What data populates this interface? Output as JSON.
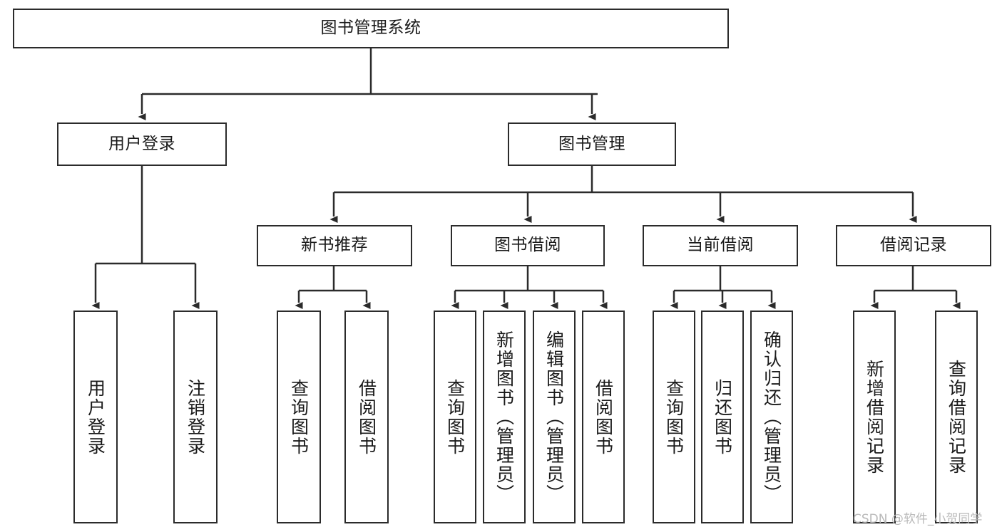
{
  "diagram": {
    "type": "hierarchy-tree",
    "title": "图书管理系统",
    "levels": {
      "level1": [
        {
          "id": "root",
          "label": "图书管理系统",
          "orientation": "horizontal"
        }
      ],
      "level2": [
        {
          "id": "user-login",
          "label": "用户登录",
          "orientation": "horizontal"
        },
        {
          "id": "book-management",
          "label": "图书管理",
          "orientation": "horizontal"
        }
      ],
      "level3": [
        {
          "id": "new-book-recommend",
          "label": "新书推荐",
          "orientation": "horizontal"
        },
        {
          "id": "book-borrow",
          "label": "图书借阅",
          "orientation": "horizontal"
        },
        {
          "id": "current-borrow",
          "label": "当前借阅",
          "orientation": "horizontal"
        },
        {
          "id": "borrow-record",
          "label": "借阅记录",
          "orientation": "horizontal"
        }
      ],
      "level4": [
        {
          "id": "leaf-user-login",
          "label": "用户登录",
          "orientation": "vertical",
          "parent": "user-login"
        },
        {
          "id": "leaf-logout-login",
          "label": "注销登录",
          "orientation": "vertical",
          "parent": "user-login"
        },
        {
          "id": "leaf-query-book-1",
          "label": "查询图书",
          "orientation": "vertical",
          "parent": "new-book-recommend"
        },
        {
          "id": "leaf-borrow-book-1",
          "label": "借阅图书",
          "orientation": "vertical",
          "parent": "new-book-recommend"
        },
        {
          "id": "leaf-query-book-2",
          "label": "查询图书",
          "orientation": "vertical",
          "parent": "book-borrow"
        },
        {
          "id": "leaf-add-book",
          "label": "新增图书（管理员）",
          "orientation": "vertical",
          "parent": "book-borrow"
        },
        {
          "id": "leaf-edit-book",
          "label": "编辑图书（管理员）",
          "orientation": "vertical",
          "parent": "book-borrow"
        },
        {
          "id": "leaf-borrow-book-2",
          "label": "借阅图书",
          "orientation": "vertical",
          "parent": "book-borrow"
        },
        {
          "id": "leaf-query-book-3",
          "label": "查询图书",
          "orientation": "vertical",
          "parent": "current-borrow"
        },
        {
          "id": "leaf-return-book",
          "label": "归还图书",
          "orientation": "vertical",
          "parent": "current-borrow"
        },
        {
          "id": "leaf-confirm-return",
          "label": "确认归还（管理员）",
          "orientation": "vertical",
          "parent": "current-borrow"
        },
        {
          "id": "leaf-add-record",
          "label": "新增借阅记录",
          "orientation": "vertical",
          "parent": "borrow-record"
        },
        {
          "id": "leaf-query-record",
          "label": "查询借阅记录",
          "orientation": "vertical",
          "parent": "borrow-record"
        }
      ]
    },
    "colors": {
      "stroke": "#2b2b2b",
      "fill": "#ffffff",
      "text": "#1a1a1a",
      "watermark": "#b9b9b9"
    }
  },
  "watermark": {
    "text": "CSDN @软件_小贺同学"
  }
}
